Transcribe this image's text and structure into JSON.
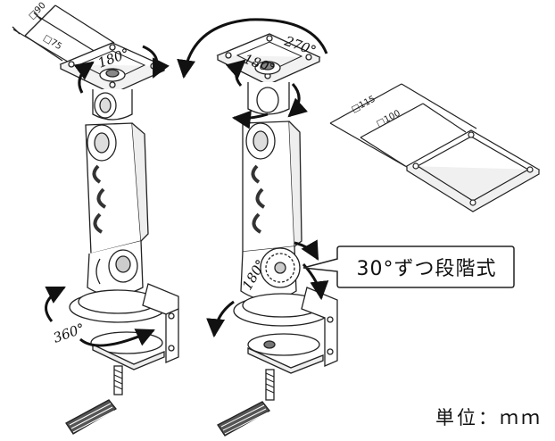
{
  "left_mount": {
    "outer_size": "□90",
    "inner_size": "□75",
    "plate_rotation": "180°",
    "base_rotation": "360°"
  },
  "right_mount": {
    "swivel_angle": "270°",
    "plate_rotation": "180°",
    "tilt_angle": "180°"
  },
  "plate_detail": {
    "outer_size": "□115",
    "inner_size": "□100"
  },
  "callout": {
    "text": "30°ずつ段階式"
  },
  "unit_label": "単位：ｍｍ"
}
